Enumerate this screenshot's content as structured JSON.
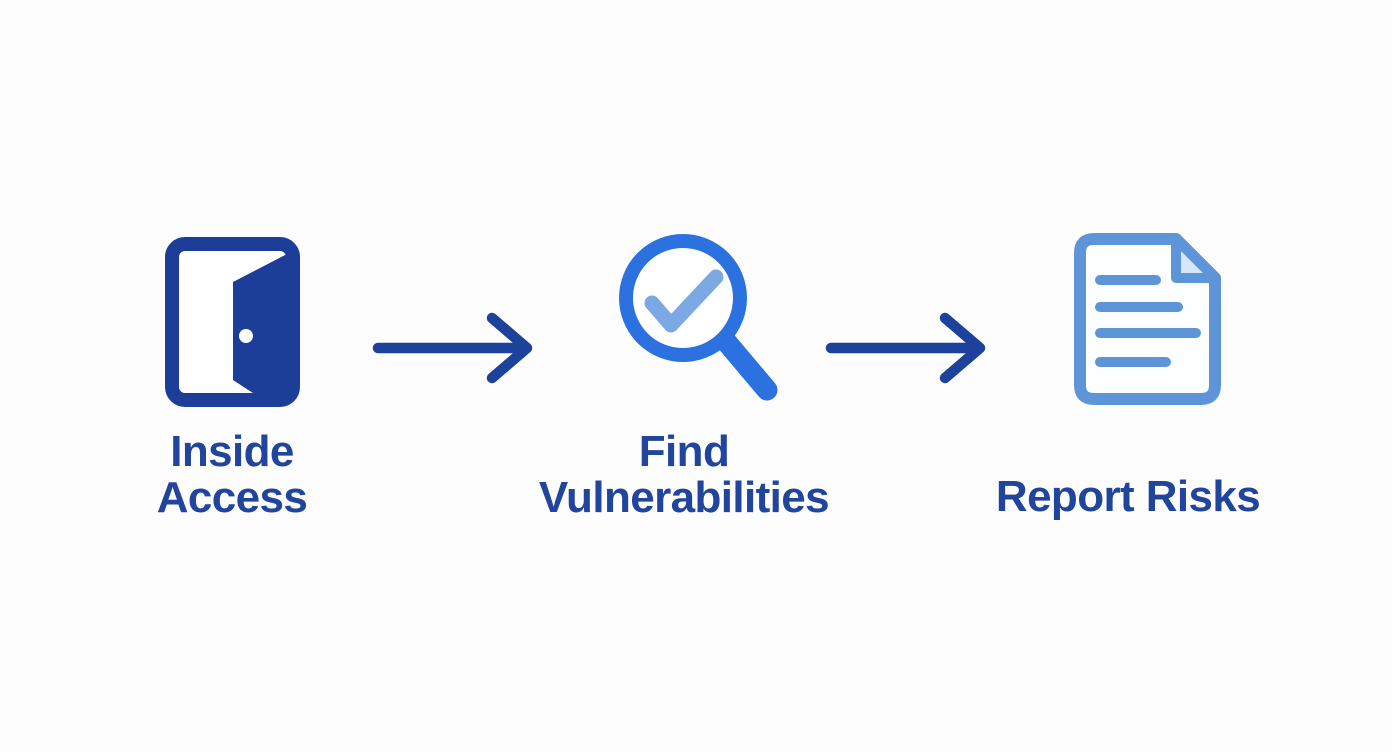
{
  "colors": {
    "background": "#fdfdfd",
    "navy": "#1c3e99",
    "arrow": "#1d429c",
    "text": "#21459c",
    "bright-blue": "#2b72e0",
    "check-blue": "#7ca8e4",
    "doc-blue": "#5e95d9",
    "doc-fold-fill": "#d6e7f8"
  },
  "diagram": {
    "type": "process-flow",
    "direction": "left-to-right",
    "steps": [
      {
        "icon": "open-door-icon",
        "lines": [
          "Inside",
          "Access"
        ]
      },
      {
        "icon": "magnifier-checkmark-icon",
        "lines": [
          "Find",
          "Vulnerabilities"
        ]
      },
      {
        "icon": "report-document-icon",
        "lines": [
          "Report Risks"
        ]
      }
    ],
    "connectors": [
      {
        "name": "arrow-1",
        "direction": "right"
      },
      {
        "name": "arrow-2",
        "direction": "right"
      }
    ]
  }
}
